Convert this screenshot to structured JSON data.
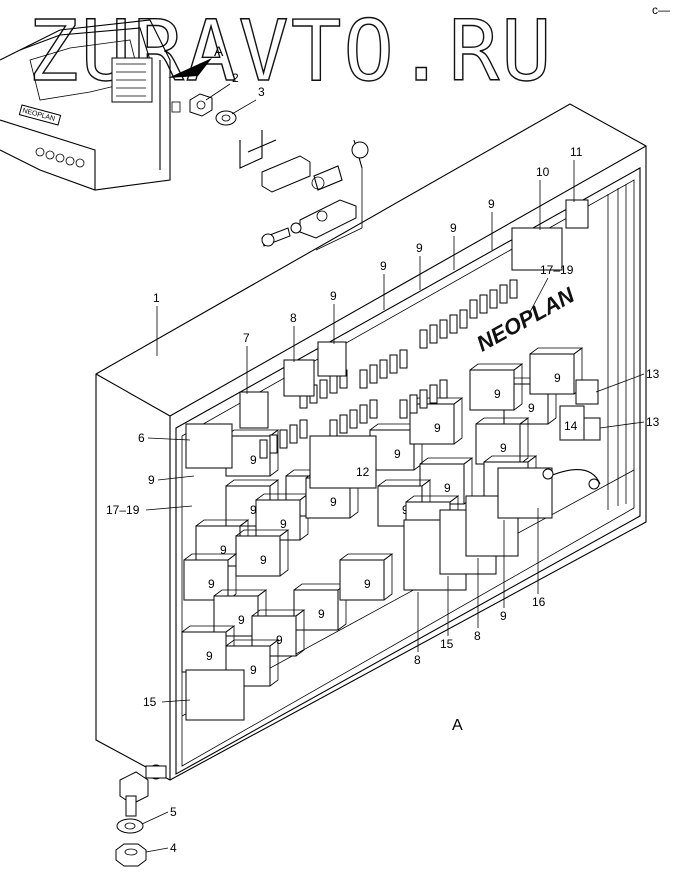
{
  "watermark": "ZURAVTO.RU",
  "corner_mark": "c—",
  "view_label": "A",
  "view_arrow_label": "A",
  "brand": "NEOPLAN",
  "bus_badge": "NEOPLAN",
  "callouts": [
    "1",
    "2",
    "3",
    "4",
    "5",
    "6",
    "7",
    "8",
    "9",
    "10",
    "11",
    "12",
    "13",
    "14",
    "15",
    "16",
    "17–19"
  ],
  "relay_label": "9"
}
